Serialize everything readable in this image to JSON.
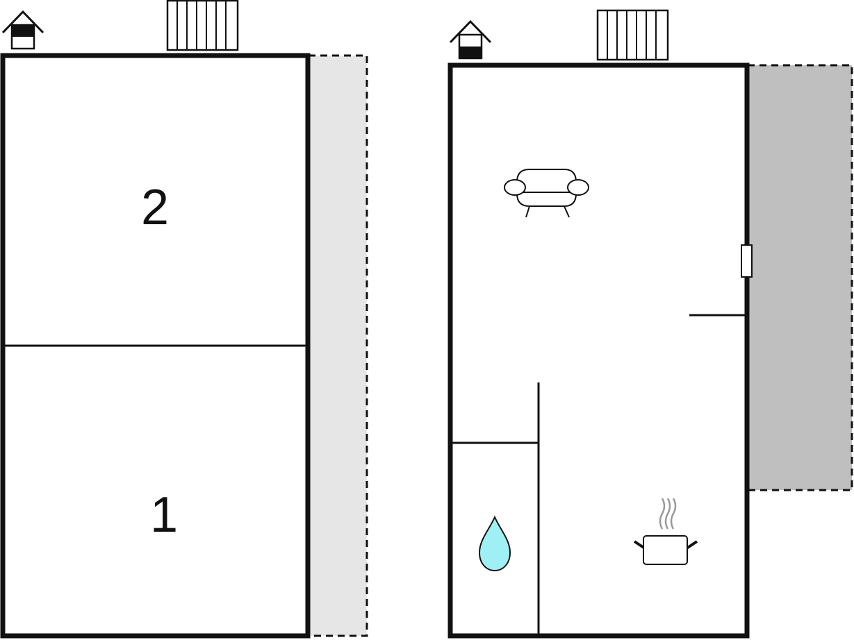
{
  "plans": [
    {
      "name": "upper-floor",
      "rooms": [
        {
          "label": "2"
        },
        {
          "label": "1"
        }
      ],
      "icons": [
        "floor-indicator-upper-icon",
        "radiator-icon"
      ]
    },
    {
      "name": "ground-floor",
      "icons": [
        "floor-indicator-ground-icon",
        "radiator-icon",
        "sofa-icon",
        "bathroom-water-drop-icon",
        "kitchen-pot-icon"
      ]
    }
  ],
  "colors": {
    "wall": "#111111",
    "terrace_light": "#e6e6e6",
    "terrace_dark": "#bfbfbf",
    "water": "#9ff0f5",
    "steam": "#999999"
  }
}
